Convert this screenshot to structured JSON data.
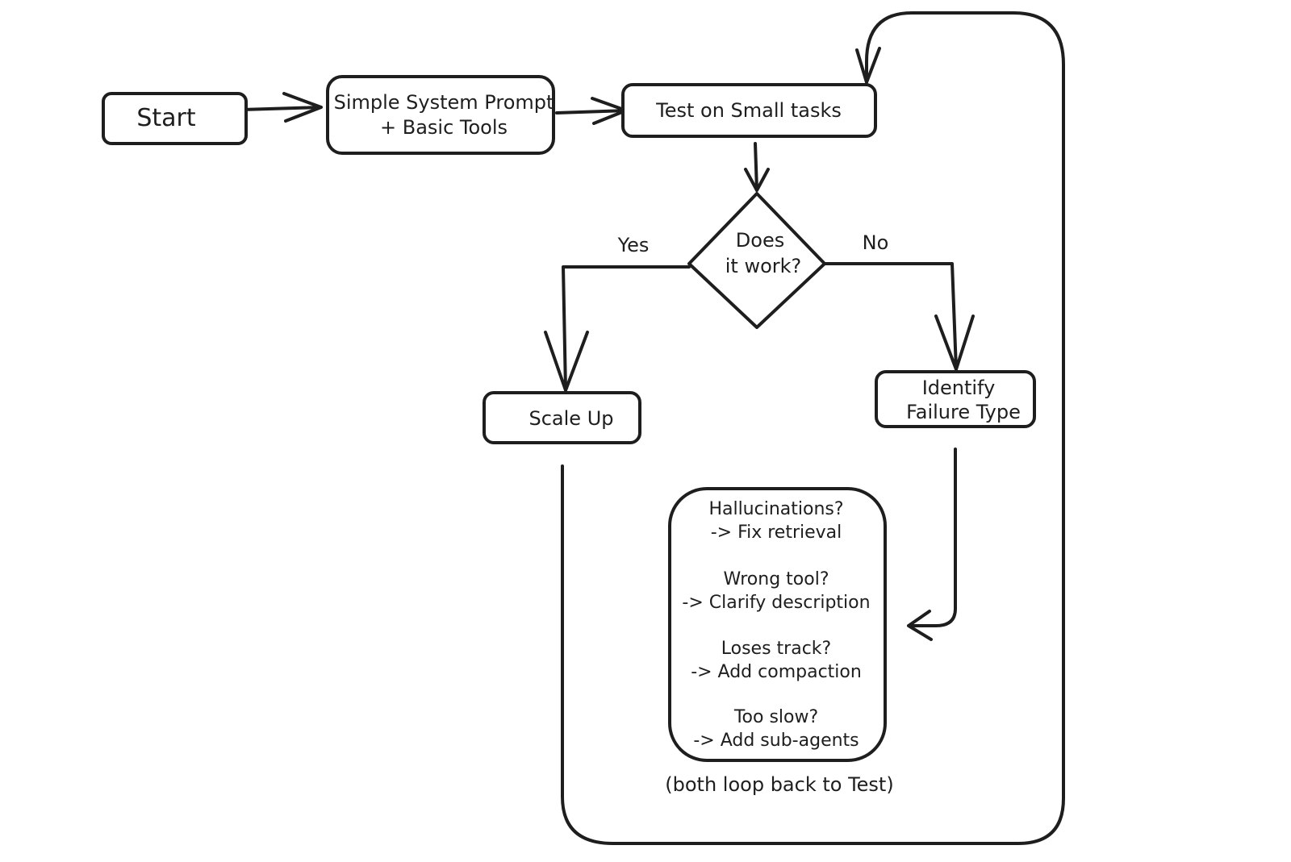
{
  "nodes": {
    "start": "Start",
    "prompt_line1": "Simple System Prompt",
    "prompt_line2": "+ Basic Tools",
    "test": "Test on Small tasks",
    "decision_line1": "Does",
    "decision_line2": "it work?",
    "scale_up": "Scale Up",
    "identify_line1": "Identify",
    "identify_line2": "Failure Type"
  },
  "edges": {
    "yes": "Yes",
    "no": "No"
  },
  "failures": [
    {
      "question": "Hallucinations?",
      "fix": "-> Fix retrieval"
    },
    {
      "question": "Wrong tool?",
      "fix": "-> Clarify description"
    },
    {
      "question": "Loses track?",
      "fix": "-> Add compaction"
    },
    {
      "question": "Too slow?",
      "fix": "-> Add sub-agents"
    }
  ],
  "loop_note": "(both loop back to Test)",
  "colors": {
    "ink": "#1e1e1e",
    "background": "#ffffff"
  }
}
